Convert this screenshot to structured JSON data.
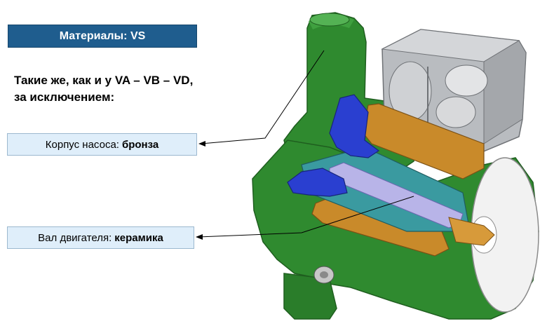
{
  "title": "Материалы: VS",
  "subtitle": {
    "line1": "Такие же, как и у VA – VB – VD,",
    "line2": "за исключением:"
  },
  "callouts": [
    {
      "label": "Корпус насоса:",
      "value": "бронза"
    },
    {
      "label": "Вал двигателя:",
      "value": "керамика"
    }
  ],
  "colors": {
    "title_bg": "#1f5d8e",
    "callout_bg": "#dfeefa",
    "housing_green": "#2f8a2f",
    "motor_gray": "#b9bcc0",
    "impeller_blue": "#2a3fd0",
    "winding_orange": "#c98a2a",
    "shaft_teal": "#3a9aa0"
  }
}
